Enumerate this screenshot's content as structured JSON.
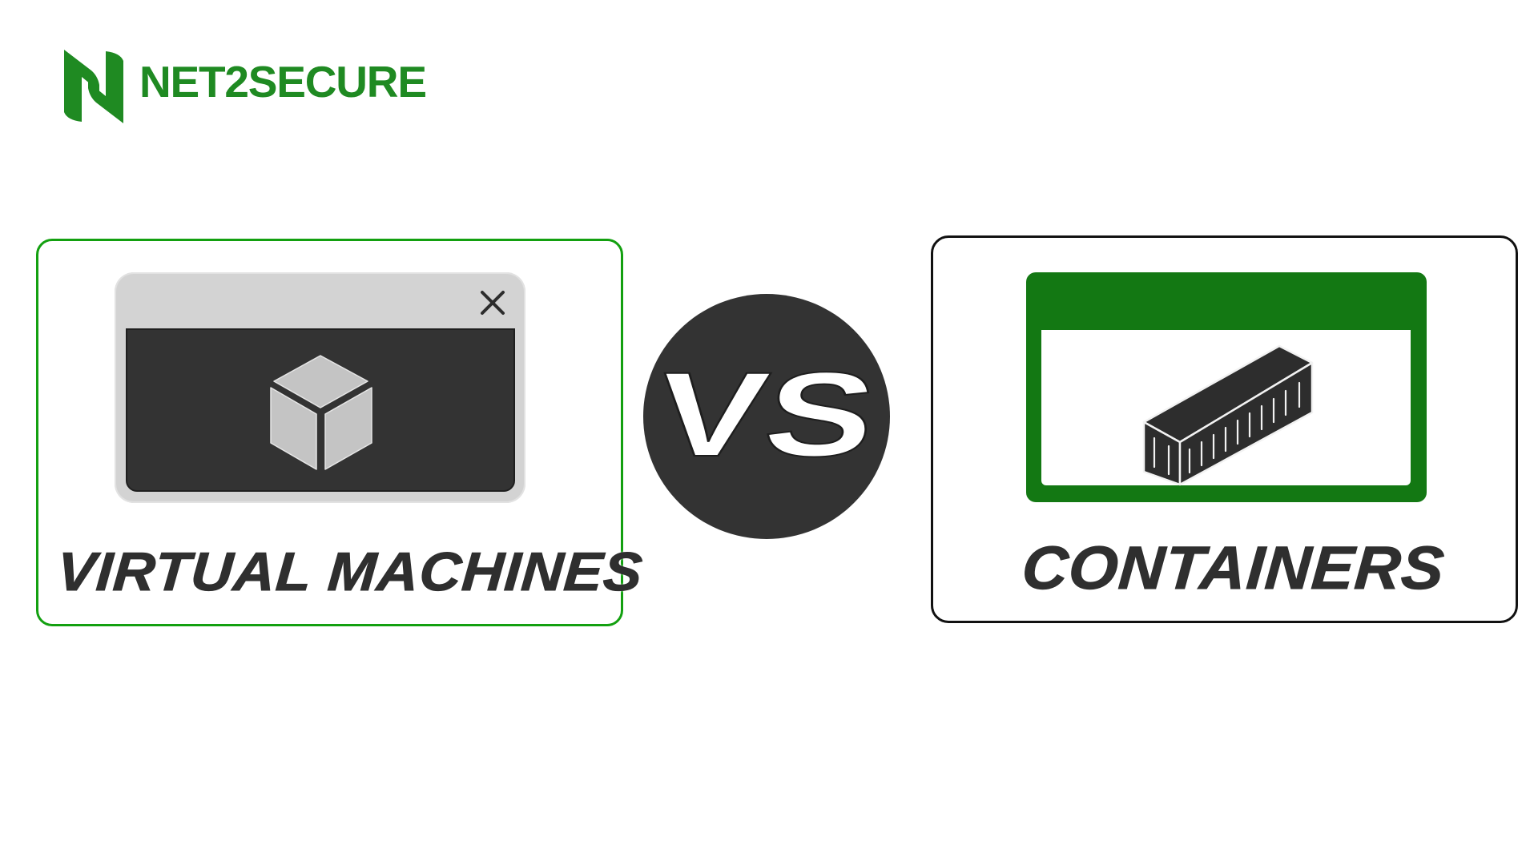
{
  "brand": {
    "name": "NET2SECURE",
    "icon": "n-leaf-logo-icon",
    "color": "#1f8a22"
  },
  "comparison": {
    "left": {
      "label": "VIRTUAL MACHINES",
      "icon": "cube-icon",
      "window_close_icon": "close-icon",
      "border_color": "#13a010",
      "window_color": "#d3d3d3",
      "screen_color": "#333333"
    },
    "separator": {
      "label": "VS",
      "badge_color": "#333333",
      "text_color": "#ffffff"
    },
    "right": {
      "label": "CONTAINERS",
      "icon": "shipping-container-icon",
      "border_color": "#111111",
      "window_color": "#137813",
      "screen_color": "#ffffff"
    }
  },
  "colors": {
    "text_dark": "#2f2f2f",
    "background": "#ffffff"
  }
}
